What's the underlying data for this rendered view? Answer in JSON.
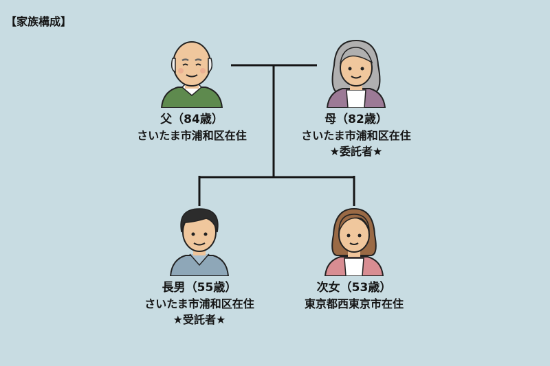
{
  "title": "【家族構成】",
  "members": [
    {
      "id": "father",
      "name": "父（84歳）",
      "address": "さいたま市浦和区在住",
      "role": ""
    },
    {
      "id": "mother",
      "name": "母（82歳）",
      "address": "さいたま市浦和区在住",
      "role": "★委託者★"
    },
    {
      "id": "eldest-son",
      "name": "長男（55歳）",
      "address": "さいたま市浦和区在住",
      "role": "★受託者★"
    },
    {
      "id": "second-daughter",
      "name": "次女（53歳）",
      "address": "東京都西東京市在住",
      "role": ""
    }
  ],
  "colors": {
    "background": "#c8dce2",
    "line": "#151515"
  }
}
